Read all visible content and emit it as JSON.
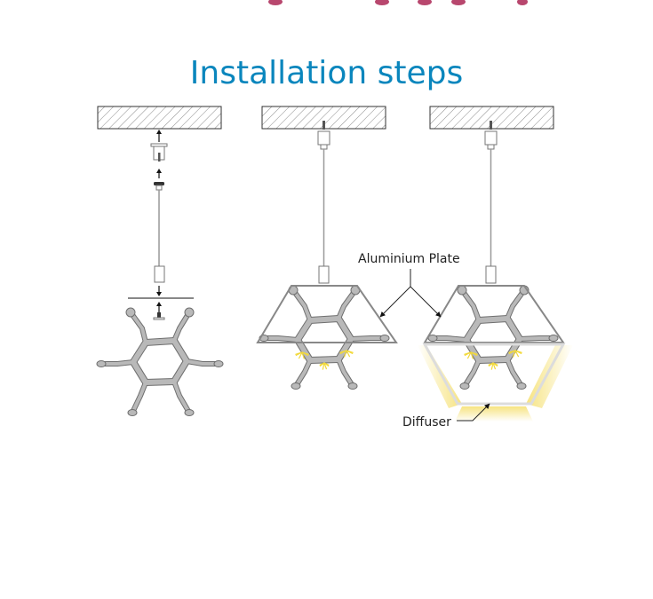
{
  "header": {
    "title": "Installation steps",
    "title_color": "#0a86bd",
    "top_fragment_color": "#b8476e"
  },
  "diagram": {
    "steps": [
      {
        "name": "step-1-mount-assembly"
      },
      {
        "name": "step-2-with-plate"
      },
      {
        "name": "step-3-with-diffuser"
      }
    ],
    "labels": {
      "aluminium_plate": "Aluminium Plate",
      "diffuser": "Diffuser"
    },
    "colors": {
      "frame": "#b9b9b9",
      "frame_stroke": "#6f6f6f",
      "ceiling_hatch": "#777777",
      "glow": "#f6e27a",
      "spark": "#f2d93a"
    }
  }
}
